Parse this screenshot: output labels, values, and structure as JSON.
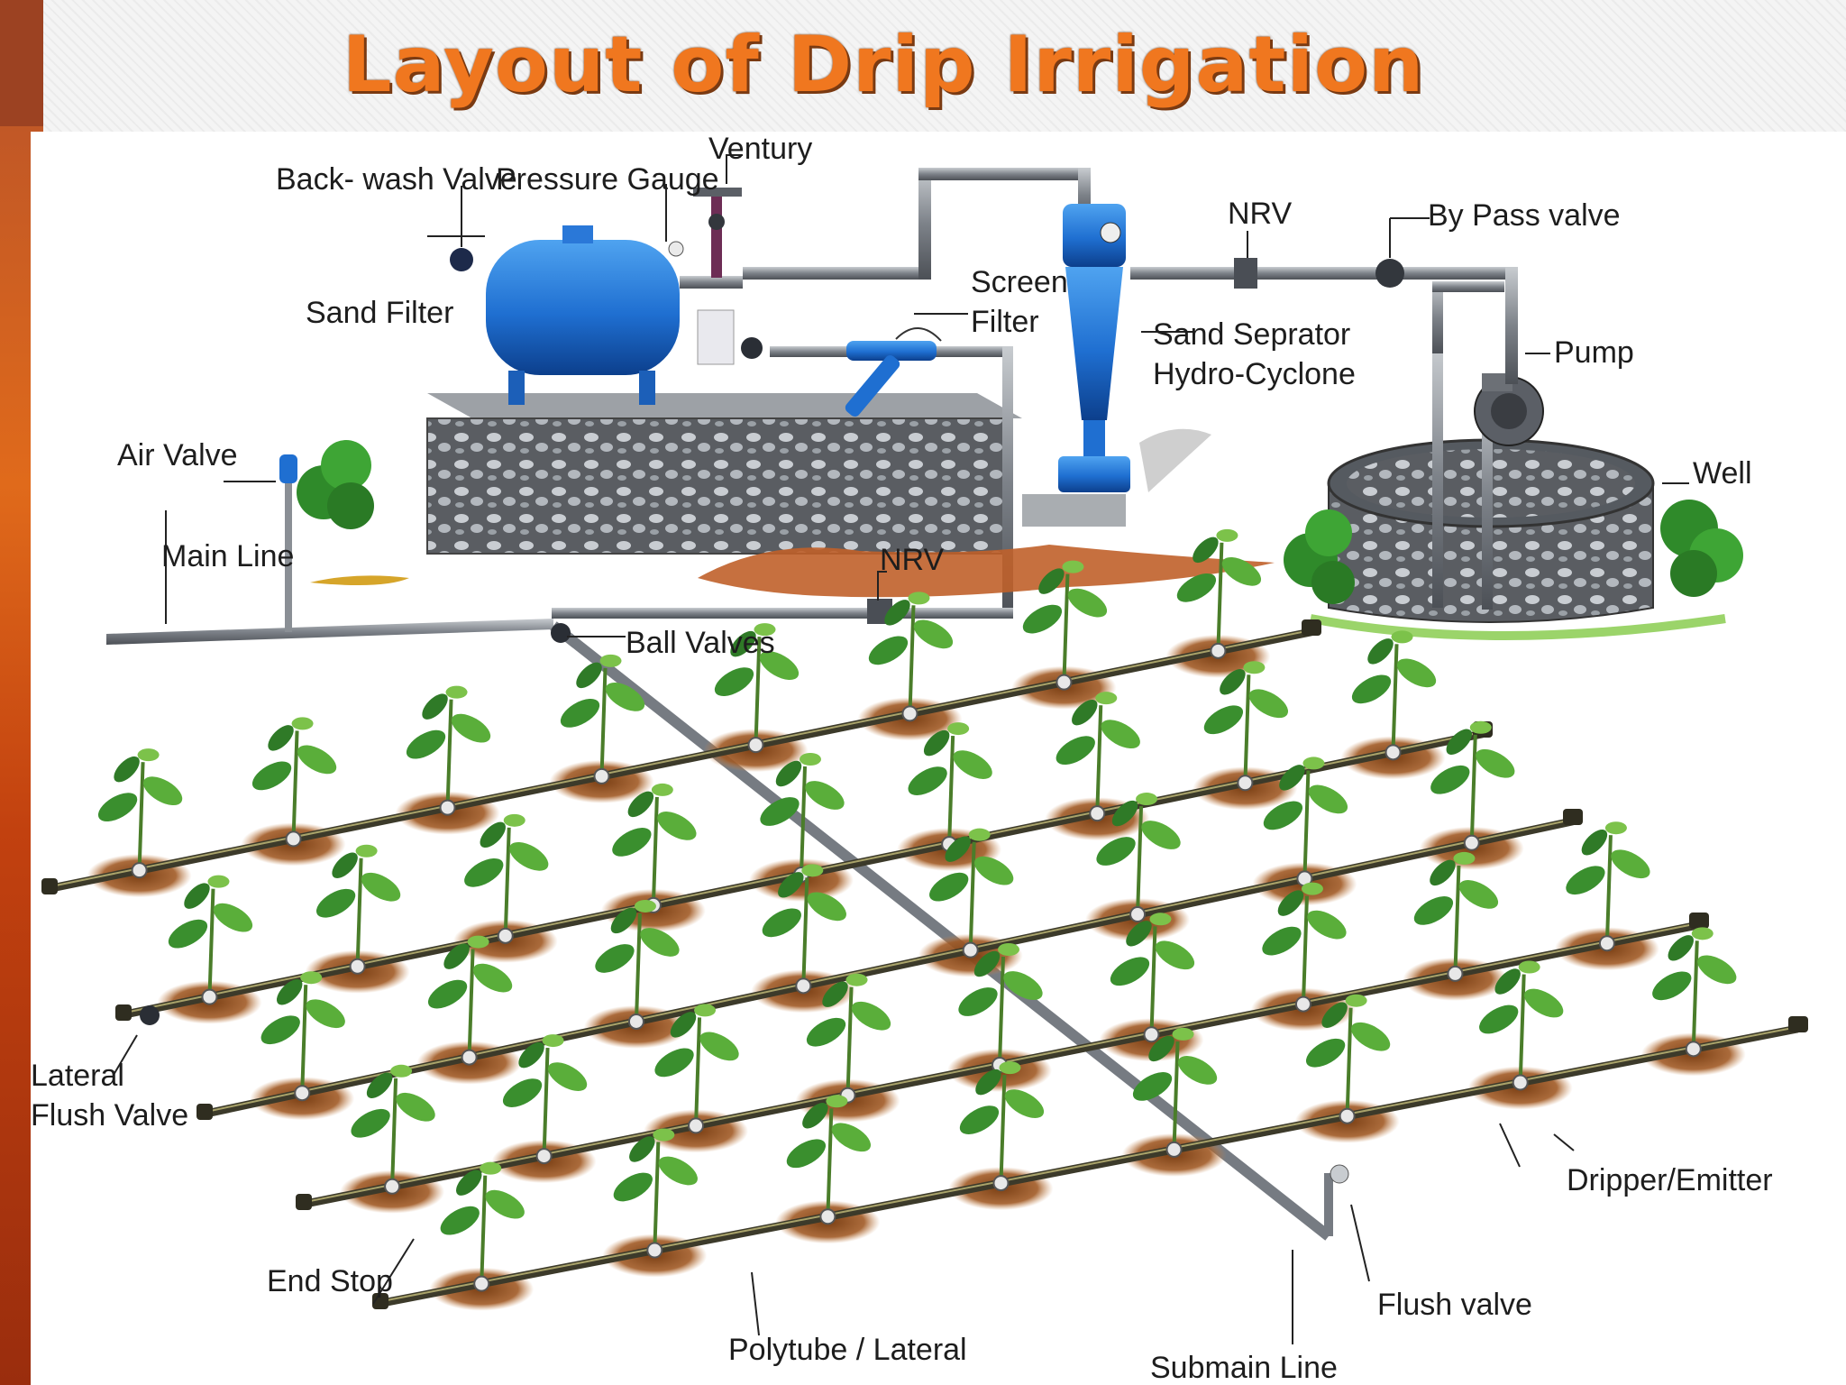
{
  "title": "Layout of Drip Irrigation",
  "labels": {
    "back_wash_valve": "Back- wash Valve",
    "pressure_gauge": "Pressure Gauge",
    "ventury": "Ventury",
    "sand_filter": "Sand Filter",
    "screen_filter_1": "Screen",
    "screen_filter_2": "Filter",
    "sand_separator_1": "Sand Seprator",
    "sand_separator_2": "Hydro-Cyclone",
    "nrv_top": "NRV",
    "by_pass_valve": "By Pass valve",
    "pump": "Pump",
    "well": "Well",
    "air_valve": "Air Valve",
    "main_line": "Main Line",
    "nrv_bottom": "NRV",
    "ball_valves": "Ball Valves",
    "lateral_flush_valve_1": "Lateral",
    "lateral_flush_valve_2": "Flush Valve",
    "dripper_emitter": "Dripper/Emitter",
    "end_stop": "End Stop",
    "flush_valve": "Flush valve",
    "polytube_lateral": "Polytube / Lateral",
    "submain_line": "Submain Line"
  },
  "colors": {
    "title": "#f0771f",
    "pipe": "#8a8f95",
    "filter_blue": "#1f6fd1",
    "soil": "#8a4a1c",
    "plant": "#3a8f2e",
    "lateral": "#3c3a2a"
  }
}
